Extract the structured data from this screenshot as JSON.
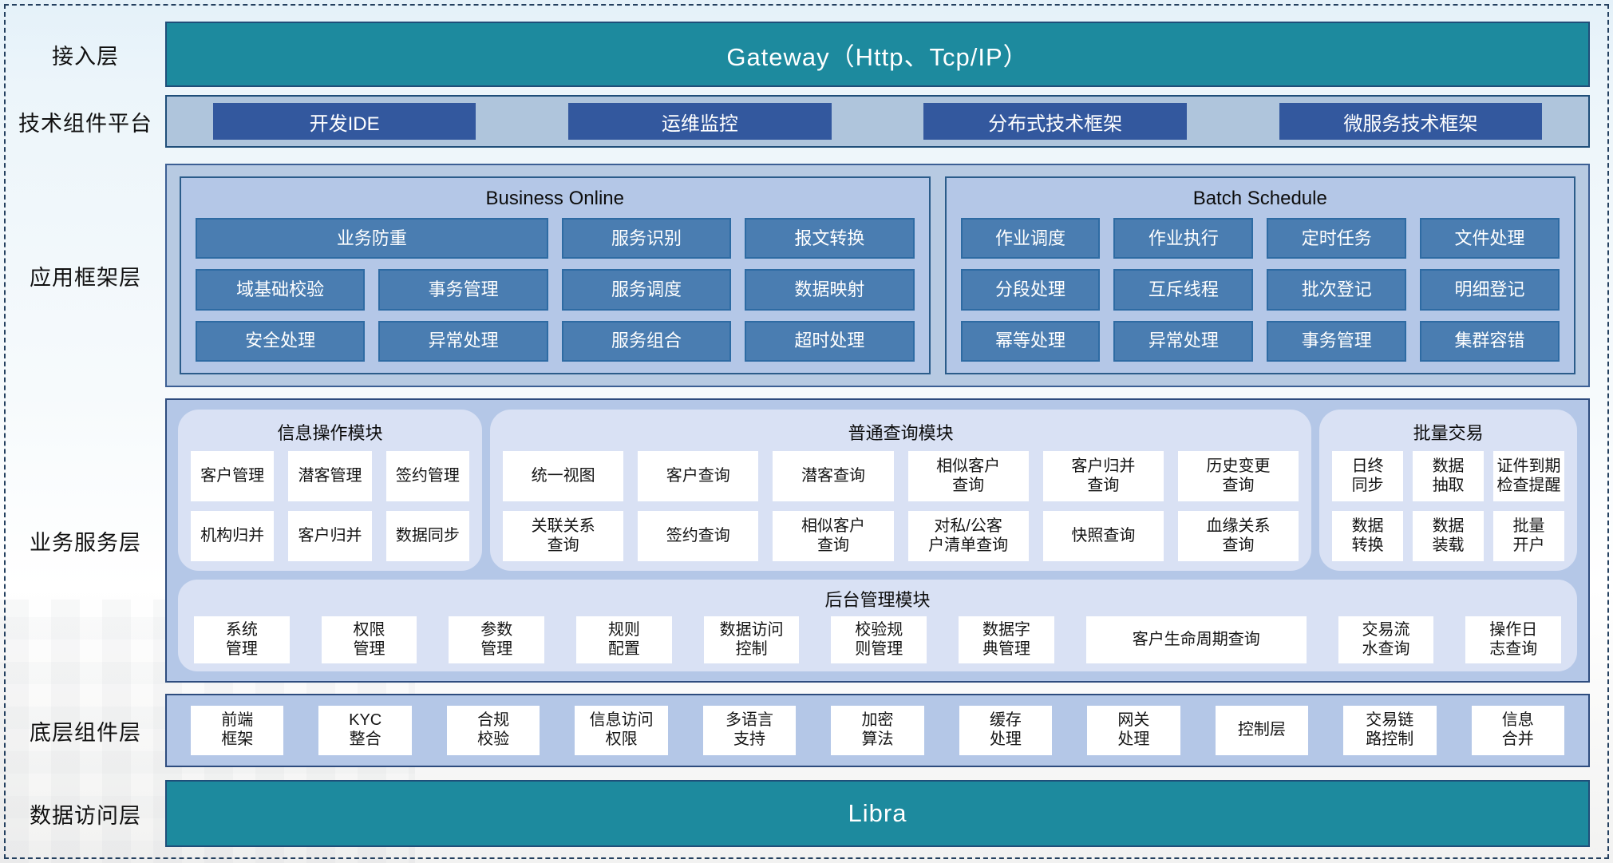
{
  "layers": {
    "access": {
      "label": "接入层",
      "gateway": "Gateway（Http、Tcp/IP）"
    },
    "tech": {
      "label": "技术组件平台",
      "items": [
        "开发IDE",
        "运维监控",
        "分布式技术框架",
        "微服务技术框架"
      ]
    },
    "framework": {
      "label": "应用框架层",
      "business_online": {
        "title": "Business Online",
        "items": [
          {
            "label": "业务防重",
            "span": 2
          },
          "服务识别",
          "报文转换",
          "域基础校验",
          "事务管理",
          "服务调度",
          "数据映射",
          "安全处理",
          "异常处理",
          "服务组合",
          "超时处理"
        ]
      },
      "batch_schedule": {
        "title": "Batch Schedule",
        "items": [
          "作业调度",
          "作业执行",
          "定时任务",
          "文件处理",
          "分段处理",
          "互斥线程",
          "批次登记",
          "明细登记",
          "幂等处理",
          "异常处理",
          "事务管理",
          "集群容错"
        ]
      }
    },
    "service": {
      "label": "业务服务层",
      "info_module": {
        "title": "信息操作模块",
        "items": [
          "客户管理",
          "潜客管理",
          "签约管理",
          "机构归并",
          "客户归并",
          "数据同步"
        ]
      },
      "query_module": {
        "title": "普通查询模块",
        "items": [
          "统一视图",
          "客户查询",
          "潜客查询",
          "相似客户\n查询",
          "客户归并\n查询",
          "历史变更\n查询",
          "关联关系\n查询",
          "签约查询",
          "相似客户\n查询",
          "对私/公客\n户清单查询",
          "快照查询",
          "血缘关系\n查询"
        ]
      },
      "batch_trade": {
        "title": "批量交易",
        "items": [
          "日终\n同步",
          "数据\n抽取",
          "证件到期\n检查提醒",
          "数据\n转换",
          "数据\n装载",
          "批量\n开户"
        ]
      },
      "admin_module": {
        "title": "后台管理模块",
        "items": [
          "系统\n管理",
          "权限\n管理",
          "参数\n管理",
          "规则\n配置",
          "数据访问\n控制",
          "校验规\n则管理",
          "数据字\n典管理",
          {
            "label": "客户生命周期查询",
            "span": 2
          },
          "交易流\n水查询",
          "操作日\n志查询"
        ]
      }
    },
    "base": {
      "label": "底层组件层",
      "items": [
        "前端\n框架",
        "KYC\n整合",
        "合规\n校验",
        "信息访问\n权限",
        "多语言\n支持",
        "加密\n算法",
        "缓存\n处理",
        "网关\n处理",
        "控制层",
        "交易链\n路控制",
        "信息\n合并"
      ]
    },
    "data_access": {
      "label": "数据访问层",
      "bar": "Libra"
    }
  },
  "colors": {
    "teal": "#1d8a9e",
    "navy_border": "#1f4e79",
    "tech_bg": "#afc5dc",
    "button_blue": "#33589e",
    "framework_item_blue": "#4a7db1",
    "layer_bg": "#b4c7e7",
    "panel_light": "#d9e1f4",
    "white_box": "#ffffff"
  }
}
